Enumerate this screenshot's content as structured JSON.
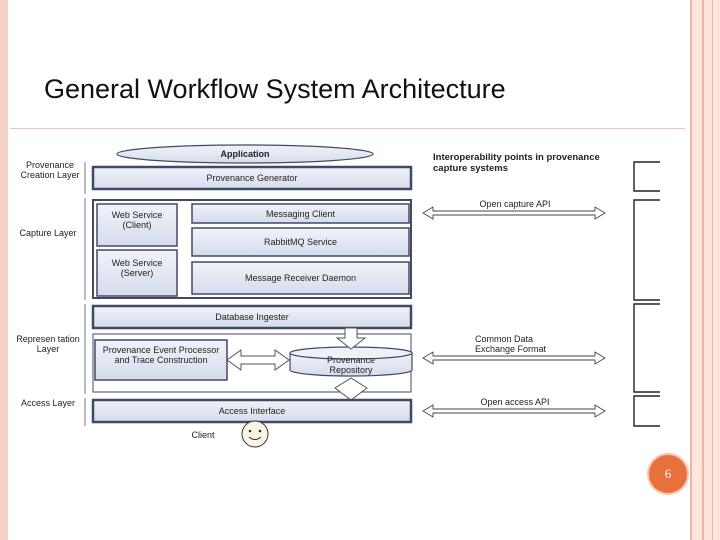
{
  "slide": {
    "title": "General Workflow System Architecture",
    "page_number": "6"
  },
  "diagram": {
    "application": "Application",
    "layers": {
      "provenance_creation": "Provenance Creation Layer",
      "capture": "Capture Layer",
      "representation": "Represen tation Layer",
      "access": "Access Layer"
    },
    "boxes": {
      "provenance_generator": "Provenance Generator",
      "web_service_client": "Web Service (Client)",
      "messaging_client": "Messaging Client",
      "rabbitmq_service": "RabbitMQ Service",
      "web_service_server": "Web Service (Server)",
      "message_receiver_daemon": "Message Receiver Daemon",
      "database_ingester": "Database Ingester",
      "provenance_event_processor": "Provenance Event Processor and Trace Construction",
      "provenance_repository": "Provenance Repository",
      "access_interface": "Access Interface",
      "client": "Client"
    },
    "interop": {
      "heading": "Interoperability points in provenance capture systems",
      "open_capture_api": "Open capture API",
      "common_data_exchange": "Common Data Exchange Format",
      "open_access_api": "Open access API"
    },
    "colors": {
      "box_fill": "#e3e7f2",
      "box_stroke": "#3e4a66",
      "arrow_fill": "#ffffff",
      "arrow_stroke": "#555555",
      "accent": "#e8703c"
    }
  }
}
